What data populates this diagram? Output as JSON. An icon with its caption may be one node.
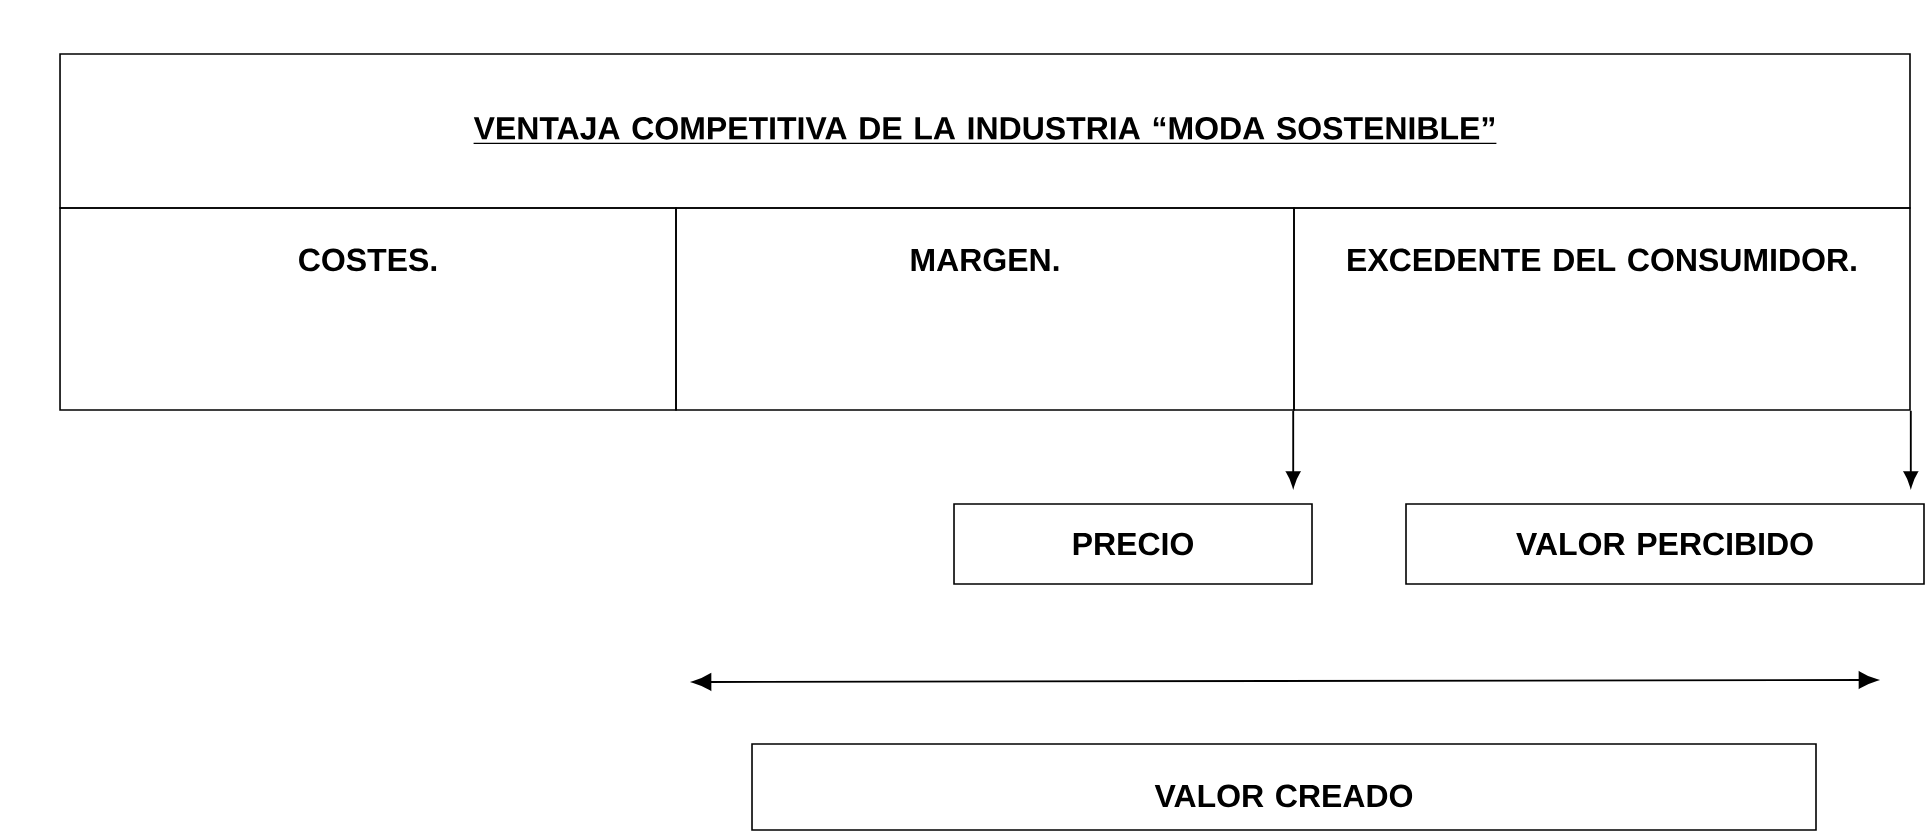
{
  "diagram": {
    "nodes": [
      {
        "text": [
          "VENTAJA COMPETITIVA DE LA INDUSTRIA “MODA SOSTENIBLE”"
        ]
      },
      {
        "text": [
          "COSTES."
        ]
      },
      {
        "text": [
          "MARGEN."
        ]
      },
      {
        "text": [
          "EXCEDENTE DEL CONSUMIDOR."
        ]
      },
      {
        "text": [
          "PRECIO"
        ]
      },
      {
        "text": [
          "VALOR PERCIBIDO"
        ]
      },
      {
        "text": [
          "VALOR CREADO"
        ]
      }
    ],
    "edges": [
      {
        "from": 3,
        "to": 4,
        "arrow": "to"
      },
      {
        "from": 3,
        "to": 5,
        "arrow": "to"
      }
    ]
  }
}
